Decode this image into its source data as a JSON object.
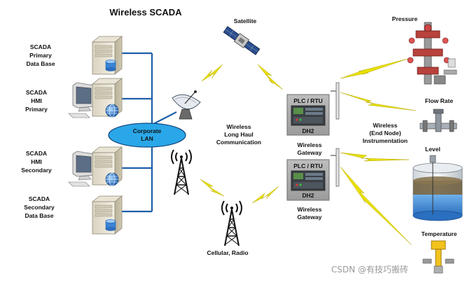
{
  "title": "Wireless SCADA",
  "labels": {
    "primary_db": [
      "SCADA",
      "Primary",
      "Data Base"
    ],
    "hmi": [
      "SCADA",
      "HMI",
      "Primary"
    ],
    "hmi_secondary": [
      "SCADA",
      "HMI",
      "Secondary"
    ],
    "secondary_db": [
      "SCADA",
      "Secondary",
      "Data Base"
    ],
    "lan": [
      "Corporate",
      "LAN"
    ],
    "satellite": "Satellite",
    "long_haul": [
      "Wireless",
      "Long Haul",
      "Communication"
    ],
    "cellular": "Cellular, Radio",
    "gateway_top": {
      "header": "PLC / RTU",
      "model": "DH2",
      "caption": [
        "Wireless",
        "Gateway"
      ]
    },
    "gateway_bottom": {
      "header": "PLC / RTU",
      "model": "DH2",
      "caption": [
        "Wireless",
        "Gateway"
      ]
    },
    "end_node": [
      "Wireless",
      "(End Node)",
      "Instrumentation"
    ],
    "pressure": "Pressure",
    "flow_rate": "Flow Rate",
    "level": "Level",
    "temperature": "Temperature"
  },
  "watermark": "CSDN @有技巧搬砖",
  "colors": {
    "lan_fill": "#2aa7e8",
    "lan_line": "#1d5fa8",
    "lightning": "#e8e000",
    "gateway": "#a9a9a9",
    "tank_liquid": "#2f7fd0"
  },
  "icons": [
    "server-icon",
    "computer-icon",
    "network-globe-icon",
    "satellite-icon",
    "satellite-dish-icon",
    "radio-tower-icon",
    "plc-rtu-gateway",
    "pressure-wellhead-icon",
    "flow-meter-icon",
    "level-tank-icon",
    "temperature-sensor-icon",
    "lightning-link"
  ]
}
